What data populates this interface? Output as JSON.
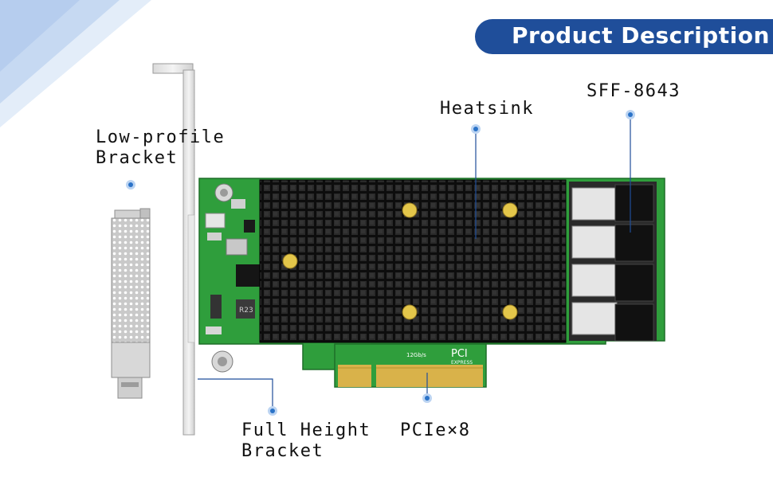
{
  "header": {
    "title": "Product Description"
  },
  "labels": {
    "low_profile_line1": "Low-profile",
    "low_profile_line2": "Bracket",
    "heatsink": "Heatsink",
    "sff": "SFF-8643",
    "full_height_line1": "Full Height",
    "full_height_line2": "Bracket",
    "pcie": "PCIe×8"
  },
  "board": {
    "silkscreen_pci": "PCI",
    "silkscreen_express": "EXPRESS",
    "silkscreen_speed": "12Gb/s"
  },
  "colors": {
    "header_bg": "#1f4e9a",
    "pcb_green": "#2f9e3c",
    "heatsink_black": "#1a1a1a",
    "gold_pins": "#d9b24a",
    "callout_line": "#1f4e9a",
    "dot": "#2b73c8",
    "corner_light": "#cfe0f5"
  },
  "icons": [
    "callout-dot-icon",
    "pci-express-logo-icon"
  ]
}
